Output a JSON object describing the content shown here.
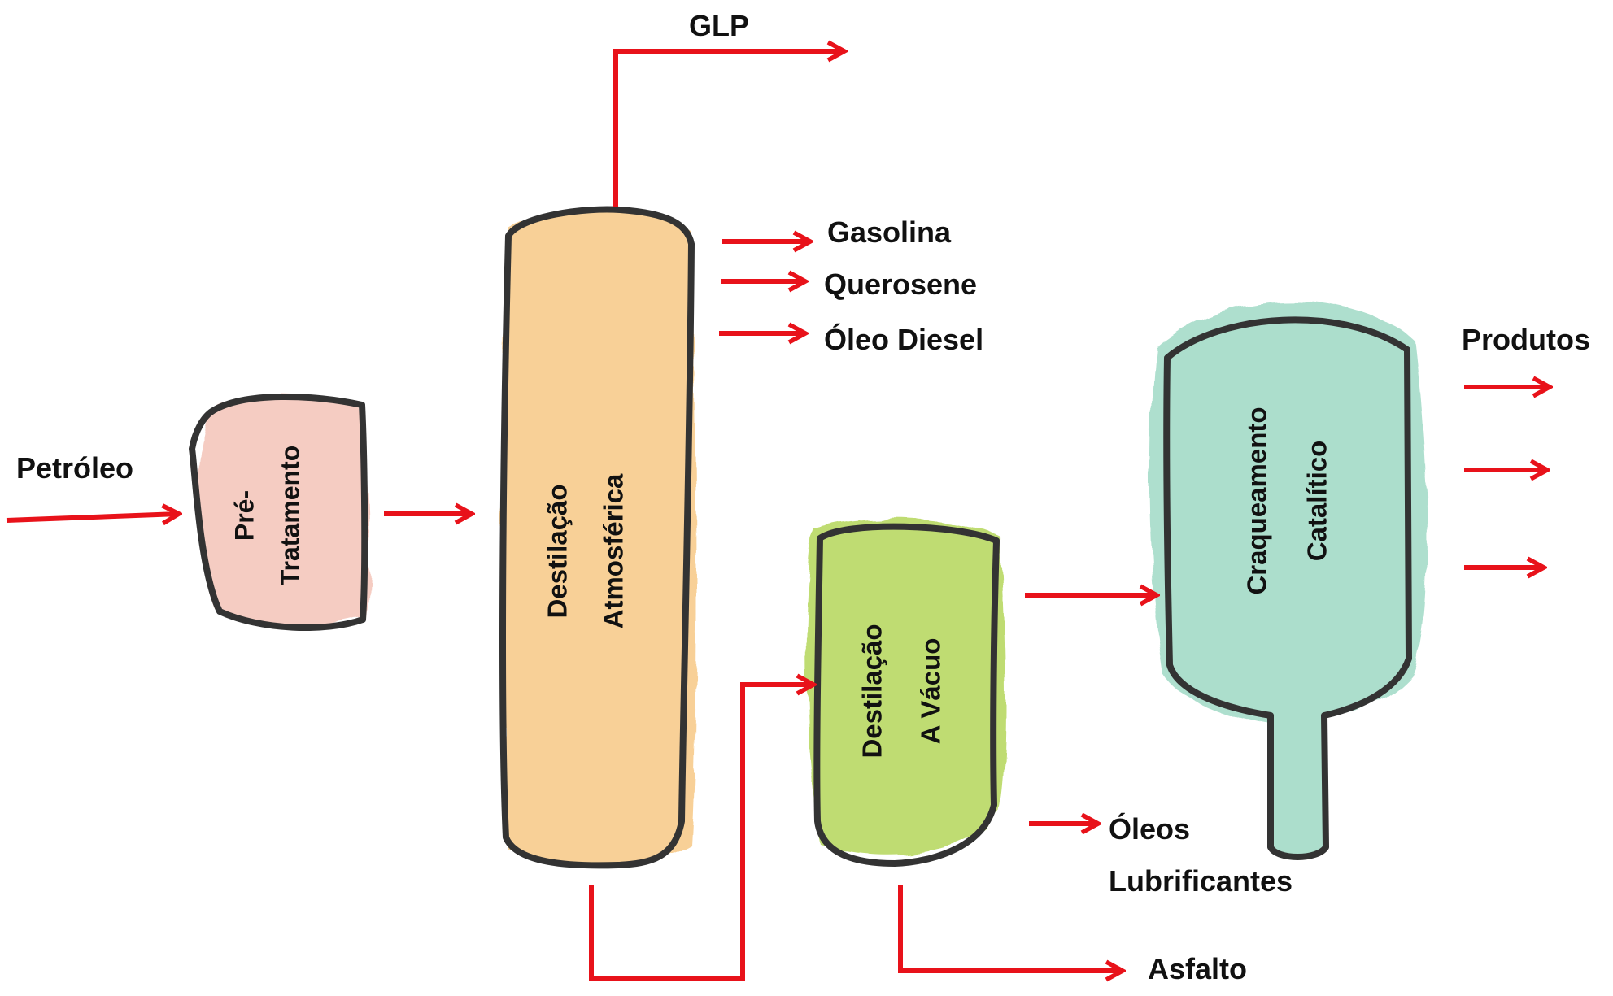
{
  "colors": {
    "arrow": "#e8121a",
    "outline": "#333333",
    "pretratamento_fill": "#f4c4b8",
    "atmosferica_fill": "#f8cc8c",
    "vacuo_fill": "#b9d964",
    "craqueamento_fill": "#a6dcc9"
  },
  "inputs": {
    "petroleo": "Petróleo"
  },
  "units": {
    "pretratamento": {
      "line1": "Pré-",
      "line2": "Tratamento"
    },
    "atmosferica": {
      "line1": "Destilação",
      "line2": "Atmosférica"
    },
    "vacuo": {
      "line1": "Destilação",
      "line2": "A Vácuo"
    },
    "craqueamento": {
      "line1": "Craqueamento",
      "line2": "Catalítico"
    }
  },
  "outputs": {
    "glp": "GLP",
    "gasolina": "Gasolina",
    "querosene": "Querosene",
    "oleo_diesel": "Óleo Diesel",
    "oleos_lubrificantes_line1": "Óleos",
    "oleos_lubrificantes_line2": "Lubrificantes",
    "asfalto": "Asfalto",
    "produtos": "Produtos"
  }
}
